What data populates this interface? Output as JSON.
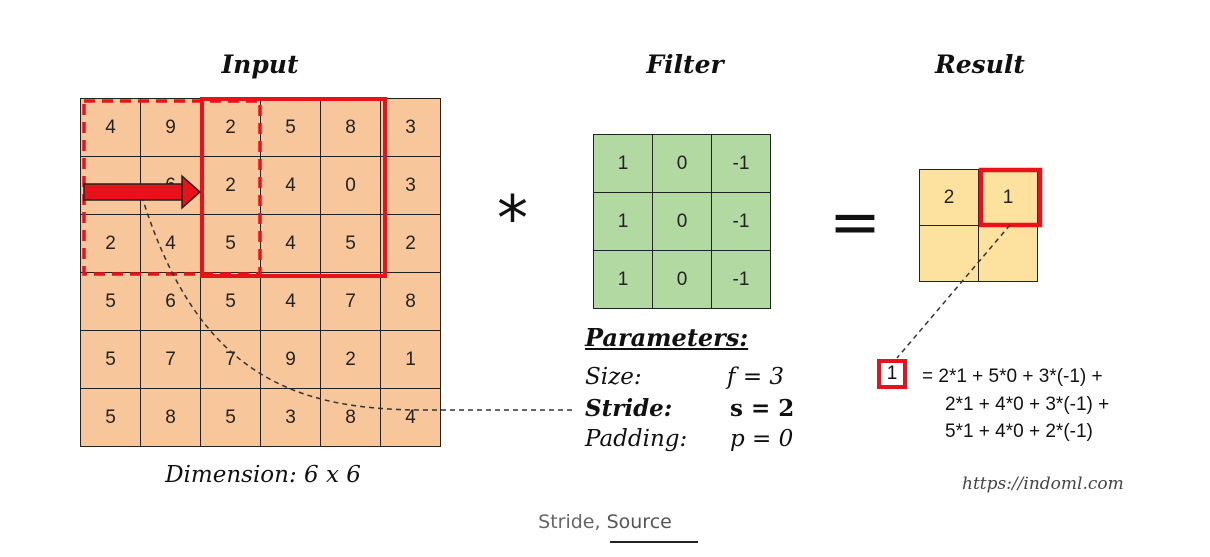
{
  "titles": {
    "input": "Input",
    "filter": "Filter",
    "result": "Result"
  },
  "input_grid": [
    [
      "4",
      "9",
      "2",
      "5",
      "8",
      "3"
    ],
    [
      "",
      "6",
      "2",
      "4",
      "0",
      "3"
    ],
    [
      "2",
      "4",
      "5",
      "4",
      "5",
      "2"
    ],
    [
      "5",
      "6",
      "5",
      "4",
      "7",
      "8"
    ],
    [
      "5",
      "7",
      "7",
      "9",
      "2",
      "1"
    ],
    [
      "5",
      "8",
      "5",
      "3",
      "8",
      "4"
    ]
  ],
  "filter_grid": [
    [
      "1",
      "0",
      "-1"
    ],
    [
      "1",
      "0",
      "-1"
    ],
    [
      "1",
      "0",
      "-1"
    ]
  ],
  "result_grid": [
    [
      "2",
      "1"
    ],
    [
      "",
      ""
    ]
  ],
  "operators": {
    "convolve": "*",
    "equals": "="
  },
  "parameters": {
    "heading": "Parameters:",
    "size_label": "Size:",
    "size_value": "f = 3",
    "stride_label": "Stride:",
    "stride_value": "s = 2",
    "padding_label": "Padding:",
    "padding_value": "p = 0"
  },
  "dimension": "Dimension: 6 x 6",
  "equation": {
    "value": "1",
    "line1": "= 2*1 + 5*0 + 3*(-1) +",
    "line2": "2*1 + 4*0 + 3*(-1) +",
    "line3": "5*1 + 4*0 + 2*(-1)"
  },
  "credit": "https://indoml.com",
  "caption": {
    "text": "Stride,",
    "link": "Source"
  },
  "colors": {
    "highlight": "#e8121a",
    "input_cell": "#f7c79b",
    "filter_cell": "#b3d9a3",
    "result_cell": "#fde29f"
  }
}
